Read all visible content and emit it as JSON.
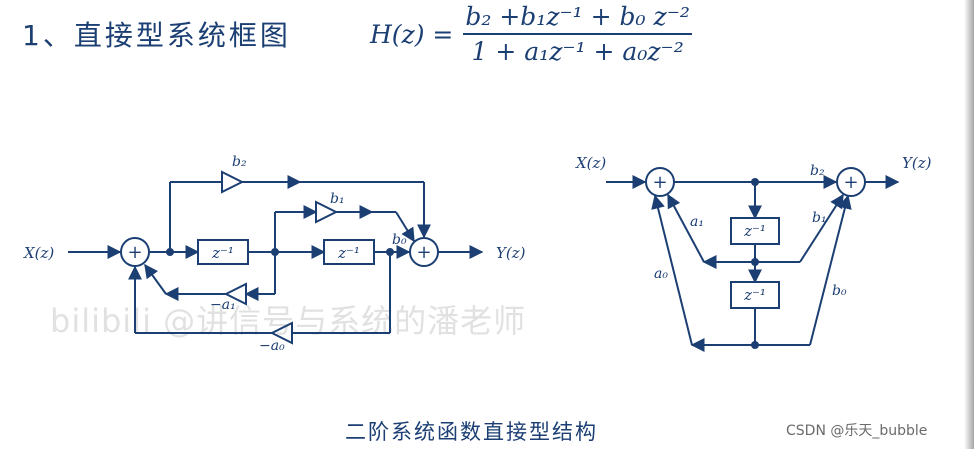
{
  "header": {
    "title": "1、直接型系统框图",
    "formula_lhs": "H(z) =",
    "formula_numerator": "b₂ +b₁z⁻¹ + b₀ z⁻²",
    "formula_denominator": "1 + a₁z⁻¹ + a₀z⁻²"
  },
  "diagram_left": {
    "input": "X(z)",
    "output": "Y(z)",
    "delay": "z⁻¹",
    "coef_b2": "b₂",
    "coef_b1": "b₁",
    "coef_b0": "b₀",
    "coef_a1": "−a₁",
    "coef_a0": "−a₀",
    "sum": "+"
  },
  "diagram_right": {
    "input": "X(z)",
    "output": "Y(z)",
    "delay": "z⁻¹",
    "coef_b2": "b₂",
    "coef_b1": "b₁",
    "coef_b0": "b₀",
    "coef_a1": "a₁",
    "coef_a0": "a₀",
    "sum": "+"
  },
  "caption": "二阶系统函数直接型结构",
  "watermark": "bilibili @讲信号与系统的潘老师",
  "credit": "CSDN @乐天_bubble",
  "colors": {
    "ink": "#1c3f73",
    "background": "#ffffff"
  }
}
